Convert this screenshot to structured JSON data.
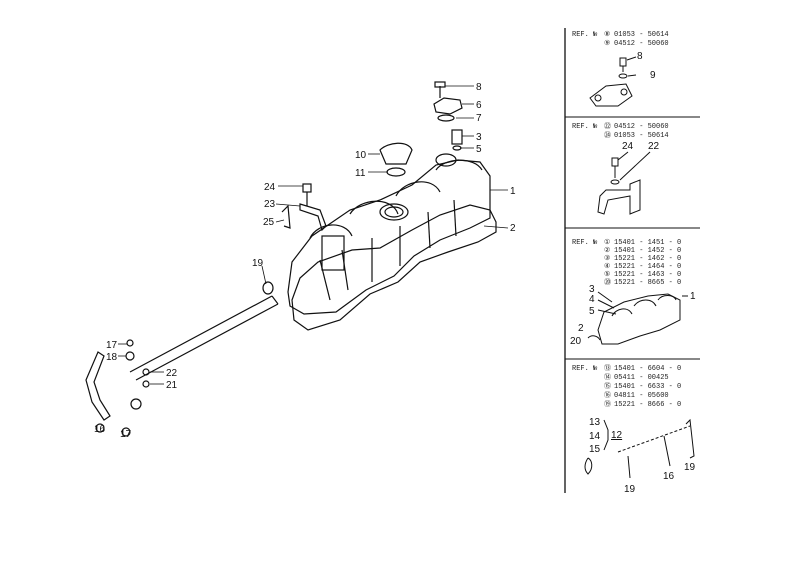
{
  "main_callouts": [
    {
      "id": "c1",
      "text": "1"
    },
    {
      "id": "c2",
      "text": "2"
    },
    {
      "id": "c3",
      "text": "3"
    },
    {
      "id": "c5",
      "text": "5"
    },
    {
      "id": "c6",
      "text": "6"
    },
    {
      "id": "c7",
      "text": "7"
    },
    {
      "id": "c8",
      "text": "8"
    },
    {
      "id": "c10",
      "text": "10"
    },
    {
      "id": "c11",
      "text": "11"
    },
    {
      "id": "c24",
      "text": "24"
    },
    {
      "id": "c23",
      "text": "23"
    },
    {
      "id": "c25",
      "text": "25"
    },
    {
      "id": "c19",
      "text": "19"
    },
    {
      "id": "c17",
      "text": "17"
    },
    {
      "id": "c18",
      "text": "18"
    },
    {
      "id": "c22",
      "text": "22"
    },
    {
      "id": "c21",
      "text": "21"
    },
    {
      "id": "c16c",
      "text": "16"
    },
    {
      "id": "c17c",
      "text": "17"
    }
  ],
  "panels": [
    {
      "ref_label": "REF. №",
      "refs": [
        {
          "mark": "⑧",
          "code": "01053 - 50614"
        },
        {
          "mark": "⑨",
          "code": "04512 - 50060"
        }
      ],
      "callouts": [
        "8",
        "9"
      ]
    },
    {
      "ref_label": "REF. №",
      "refs": [
        {
          "mark": "㉒",
          "code": "04512 - 50060"
        },
        {
          "mark": "㉔",
          "code": "01053 - 50614"
        }
      ],
      "callouts": [
        "24",
        "22"
      ]
    },
    {
      "ref_label": "REF. №",
      "refs": [
        {
          "mark": "①",
          "code": "15401 - 1451 - 0"
        },
        {
          "mark": "②",
          "code": "15401 - 1452 - 0"
        },
        {
          "mark": "③",
          "code": "15221 - 1462 - 0"
        },
        {
          "mark": "④",
          "code": "15221 - 1464 - 0"
        },
        {
          "mark": "⑤",
          "code": "15221 - 1463 - 0"
        },
        {
          "mark": "⑳",
          "code": "15221 - 8665 - 0"
        }
      ],
      "callouts": [
        "1",
        "2",
        "3",
        "4",
        "5",
        "20"
      ]
    },
    {
      "ref_label": "REF. №",
      "refs": [
        {
          "mark": "⑬",
          "code": "15401 - 6604 - 0"
        },
        {
          "mark": "⑭",
          "code": "05411 - 00425"
        },
        {
          "mark": "⑮",
          "code": "15401 - 6633 - 0"
        },
        {
          "mark": "⑯",
          "code": "04811 - 05600"
        },
        {
          "mark": "⑲",
          "code": "15221 - 8666 - 0"
        }
      ],
      "callouts": [
        "13",
        "14",
        "15",
        "12",
        "19",
        "16",
        "19"
      ]
    }
  ]
}
